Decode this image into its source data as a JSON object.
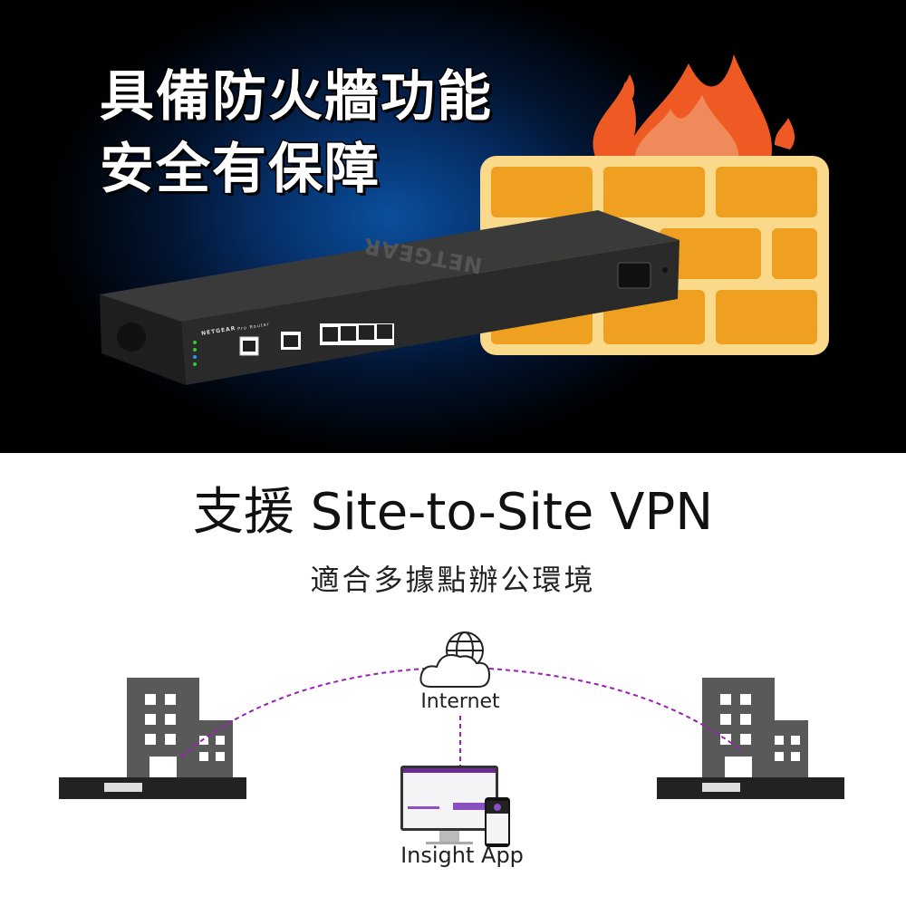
{
  "hero": {
    "headline_line1": "具備防火牆功能",
    "headline_line2": "安全有保障",
    "device_brand": "NETGEAR",
    "device_model": "Pro Router"
  },
  "vpn": {
    "title": "支援 Site-to-Site VPN",
    "subtitle": "適合多據點辦公環境",
    "internet_label": "Internet",
    "app_label": "Insight App"
  },
  "colors": {
    "brick": "#f0a020",
    "wall": "#fbd98a",
    "flame": "#ef5a24",
    "dash": "#9b1fb5",
    "building": "#595959"
  }
}
